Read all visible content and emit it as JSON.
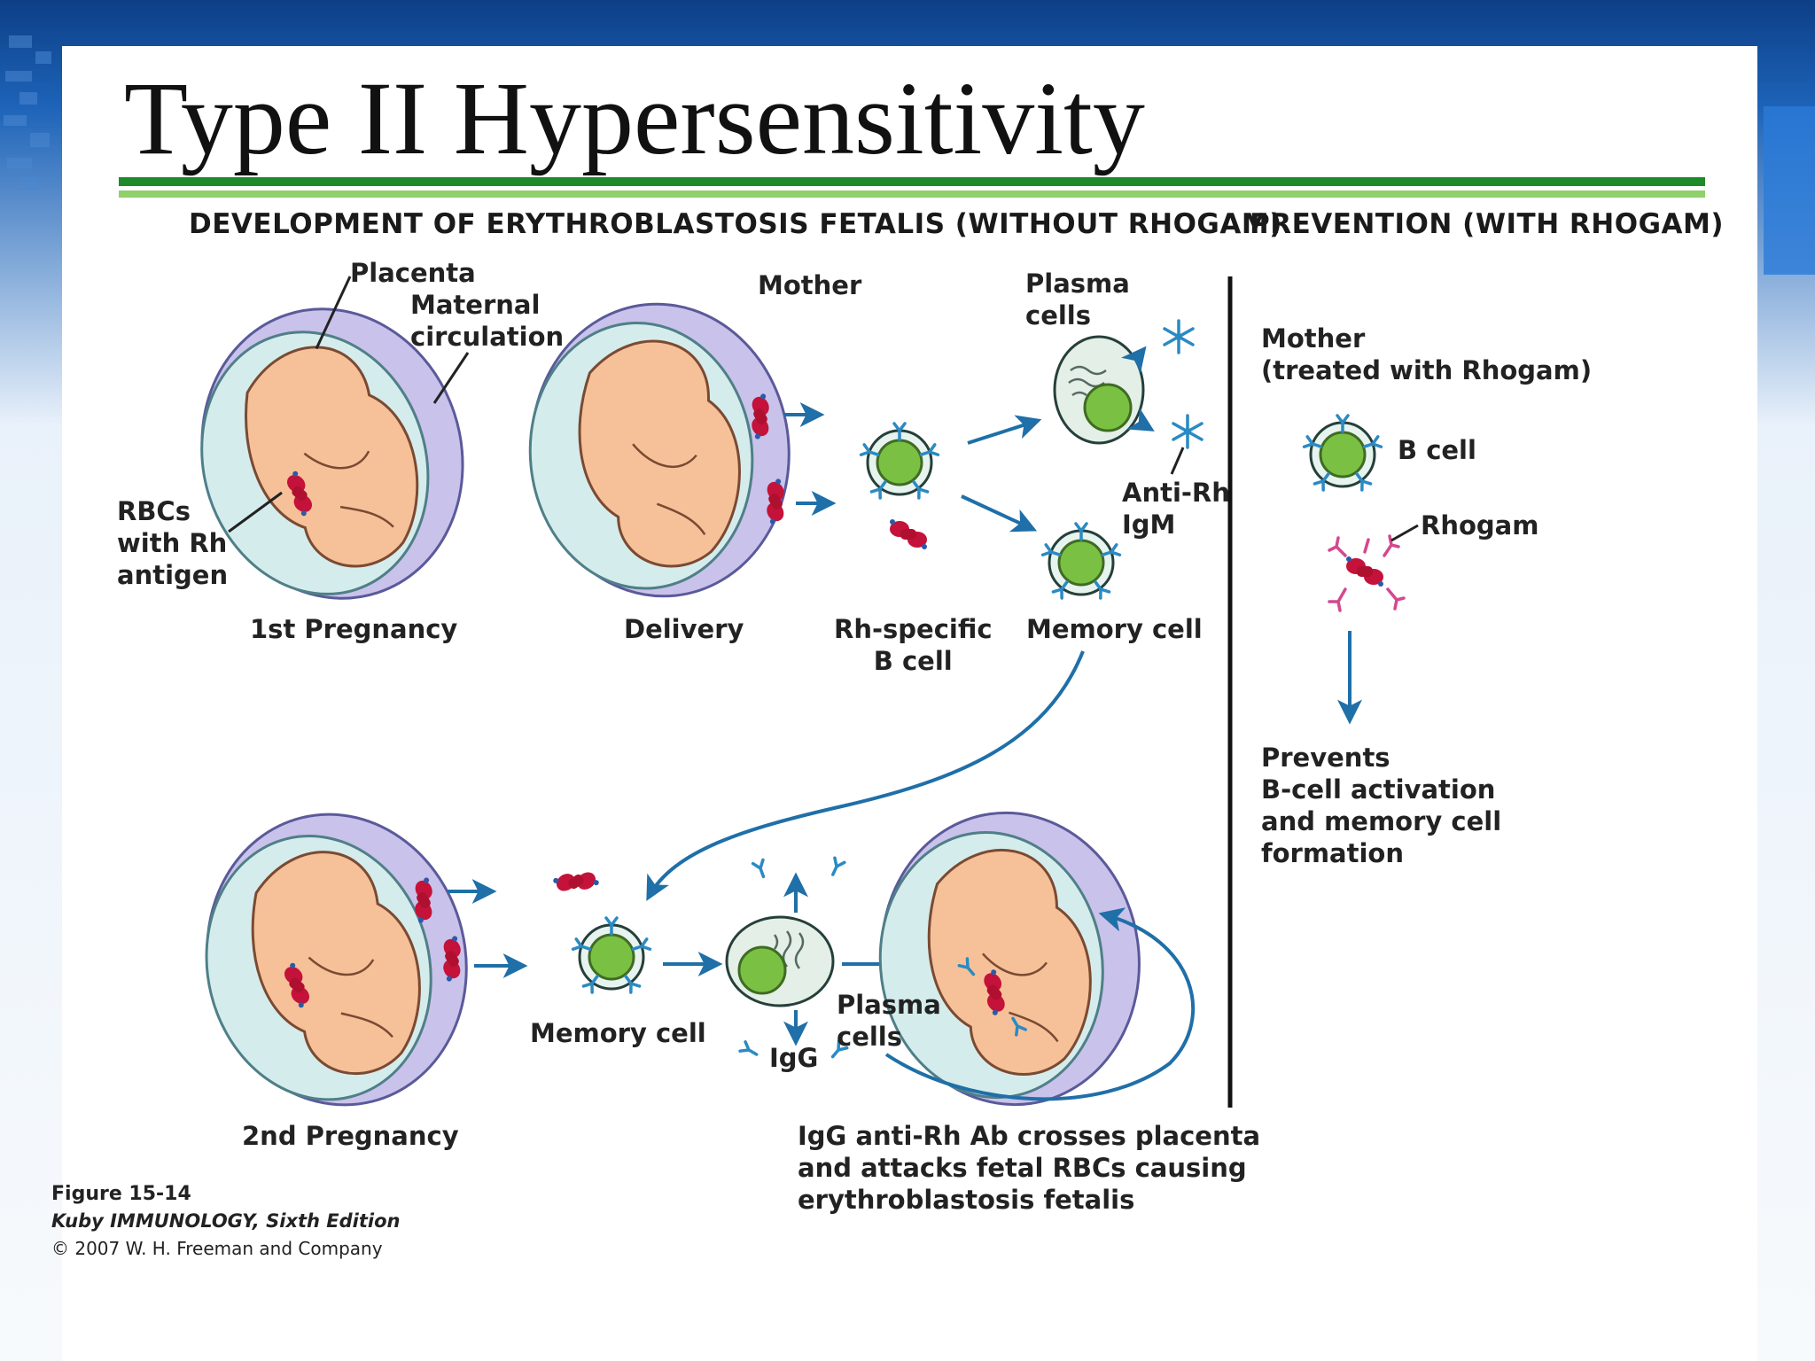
{
  "title": "Type II Hypersensitivity",
  "headers": {
    "left": "DEVELOPMENT OF ERYTHROBLASTOSIS FETALIS (WITHOUT RHOGAM)",
    "right": "PREVENTION (WITH RHOGAM)"
  },
  "labels": {
    "placenta": "Placenta",
    "maternal_circulation": "Maternal\ncirculation",
    "rbcs_rh": "RBCs\nwith Rh\nantigen",
    "first_pregnancy": "1st Pregnancy",
    "mother": "Mother",
    "delivery": "Delivery",
    "plasma_cells_top": "Plasma\ncells",
    "anti_rh_igm": "Anti-Rh\nIgM",
    "rh_specific_b_cell": "Rh-specific\nB cell",
    "memory_cell_top": "Memory cell",
    "second_pregnancy": "2nd Pregnancy",
    "memory_cell_bottom": "Memory cell",
    "plasma_cells_bottom": "Plasma\ncells",
    "igg": "IgG",
    "igg_caption": "IgG anti-Rh Ab crosses placenta\nand attacks fetal RBCs causing\nerythroblastosis fetalis",
    "mother_treated": "Mother\n(treated with Rhogam)",
    "b_cell": "B cell",
    "rhogam": "Rhogam",
    "prevents": "Prevents\nB-cell activation\nand memory cell\nformation"
  },
  "credit": {
    "figure": "Figure 15-14",
    "book": "Kuby IMMUNOLOGY, Sixth Edition",
    "copyright": "© 2007 W. H. Freeman and Company"
  },
  "colors": {
    "rule_dark": "#1e8a2a",
    "rule_light": "#8fd06a",
    "arrow": "#1f6fa8",
    "fetus": "#f6c199",
    "cell_nucleus": "#7ac143",
    "rbc": "#c4123a",
    "antibody": "#2a8ac4",
    "rhogam": "#d4488e"
  }
}
